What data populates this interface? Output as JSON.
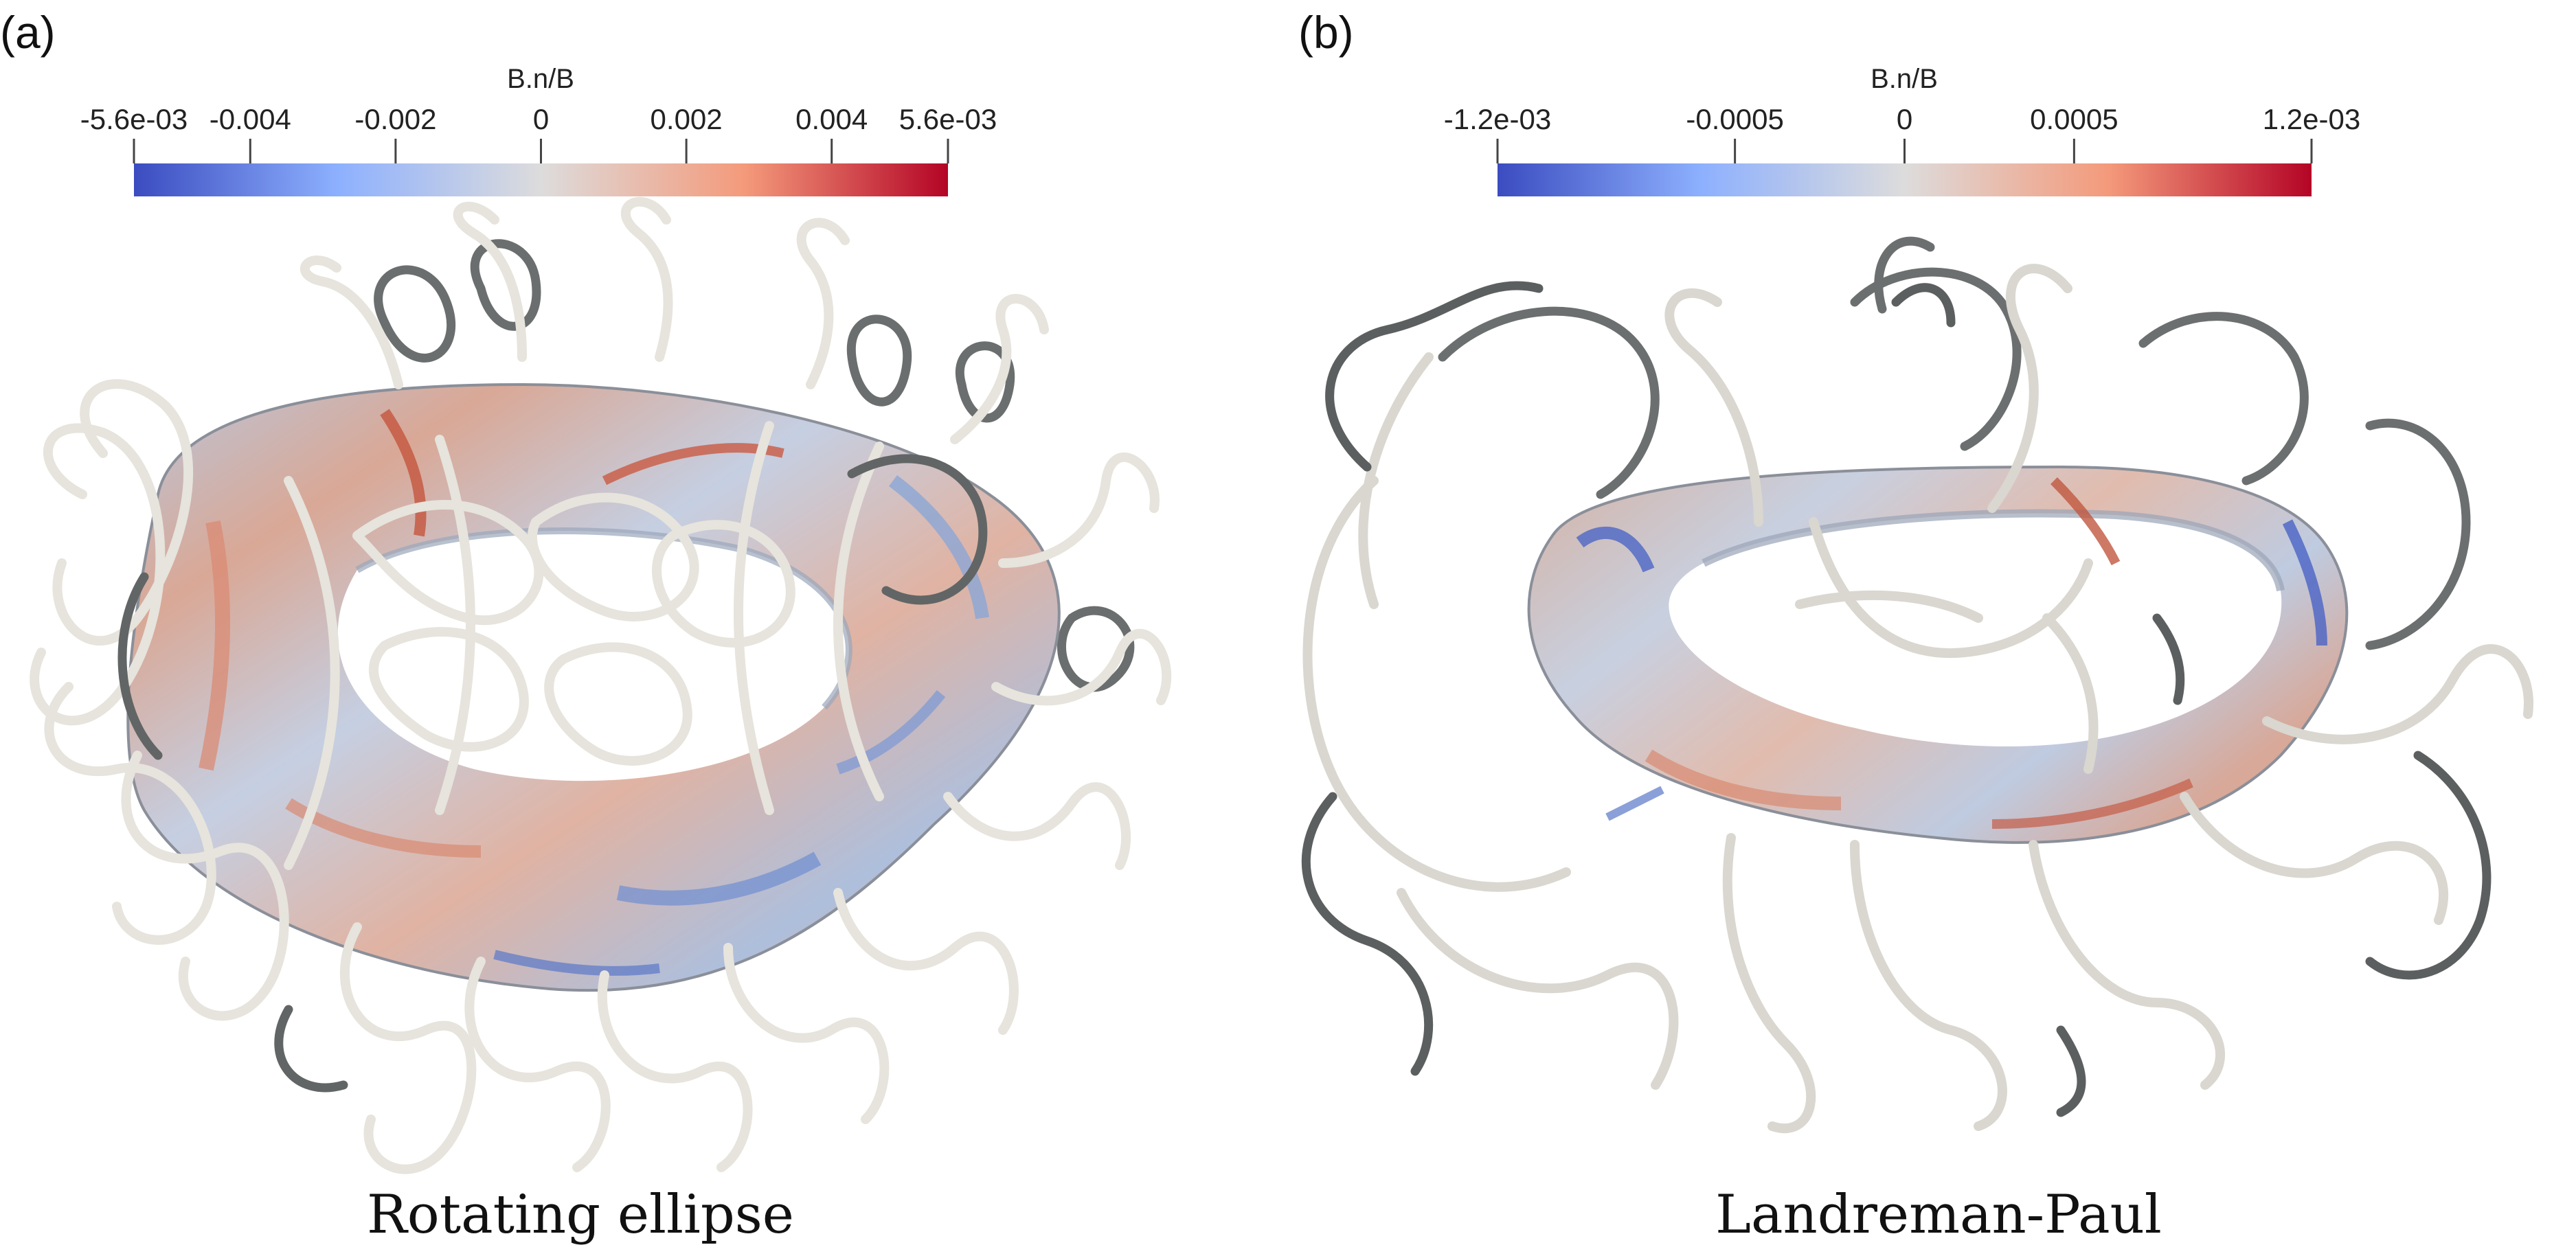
{
  "panels": [
    {
      "letter": "(a)",
      "colorbar": {
        "title": "B.n/B",
        "min": -0.0056,
        "max": 0.0056,
        "ticks": [
          {
            "value": -0.0056,
            "label": "-5.6e-03"
          },
          {
            "value": -0.004,
            "label": "-0.004"
          },
          {
            "value": -0.002,
            "label": "-0.002"
          },
          {
            "value": 0,
            "label": "0"
          },
          {
            "value": 0.002,
            "label": "0.002"
          },
          {
            "value": 0.004,
            "label": "0.004"
          },
          {
            "value": 0.0056,
            "label": "5.6e-03"
          }
        ]
      },
      "caption": "Rotating ellipse"
    },
    {
      "letter": "(b)",
      "colorbar": {
        "title": "B.n/B",
        "min": -0.0012,
        "max": 0.0012,
        "ticks": [
          {
            "value": -0.0012,
            "label": "-1.2e-03"
          },
          {
            "value": -0.0005,
            "label": "-0.0005"
          },
          {
            "value": 0,
            "label": "0"
          },
          {
            "value": 0.0005,
            "label": "0.0005"
          },
          {
            "value": 0.0012,
            "label": "1.2e-03"
          }
        ]
      },
      "caption": "Landreman-Paul"
    }
  ],
  "colors": {
    "colormap_low": "#3b4cc0",
    "colormap_mid": "#dddcdc",
    "colormap_high": "#b40426",
    "coil_light": "#e4e2da",
    "coil_dark": "#5f6262"
  }
}
